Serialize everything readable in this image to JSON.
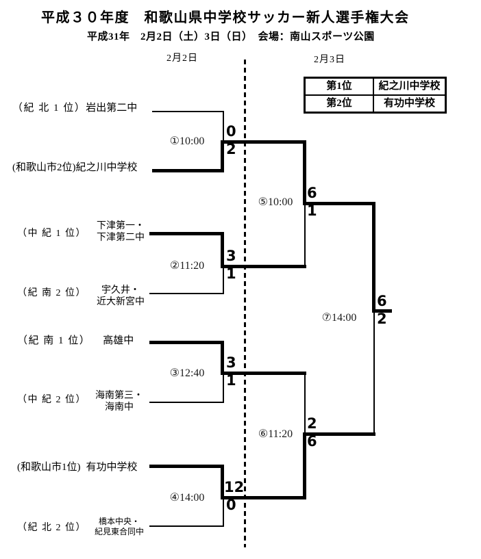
{
  "header": {
    "title": "平成３０年度　和歌山県中学校サッカー新人選手権大会",
    "subtitle": "平成31年　2月2日（土）3日（日）　会場：南山スポーツ公園",
    "day1": "2月2日",
    "day2": "2月3日"
  },
  "results": {
    "rows": [
      {
        "rank": "第1位",
        "team": "紀之川中学校"
      },
      {
        "rank": "第2位",
        "team": "有功中学校"
      }
    ]
  },
  "teams": [
    {
      "seed": "（紀 北 1 位）",
      "name": "岩出第二中"
    },
    {
      "seed": "(和歌山市2位)",
      "name": "紀之川中学校"
    },
    {
      "seed": "（中 紀 1 位）",
      "name": "下津第一・",
      "name2": "下津第二中"
    },
    {
      "seed": "（紀 南 2 位）",
      "name": "宇久井・",
      "name2": "近大新宮中"
    },
    {
      "seed": "（紀 南 1 位）",
      "name": "高雄中"
    },
    {
      "seed": "（中 紀 2 位）",
      "name": "海南第三・",
      "name2": "海南中"
    },
    {
      "seed": "(和歌山市1位)",
      "name": "有功中学校"
    },
    {
      "seed": "（紀 北 2 位）",
      "name": "橋本中央・",
      "name2": "紀見東合同中"
    }
  ],
  "matches": [
    {
      "label": "①10:00",
      "score_top": "0",
      "score_bottom": "2"
    },
    {
      "label": "②11:20",
      "score_top": "3",
      "score_bottom": "1"
    },
    {
      "label": "③12:40",
      "score_top": "3",
      "score_bottom": "1"
    },
    {
      "label": "④14:00",
      "score_top": "12",
      "score_bottom": "0"
    },
    {
      "label": "⑤10:00",
      "score_top": "6",
      "score_bottom": "1"
    },
    {
      "label": "⑥11:20",
      "score_top": "2",
      "score_bottom": "6"
    },
    {
      "label": "⑦14:00",
      "score_top": "6",
      "score_bottom": "2"
    }
  ],
  "colors": {
    "line": "#000000",
    "text": "#000000"
  }
}
